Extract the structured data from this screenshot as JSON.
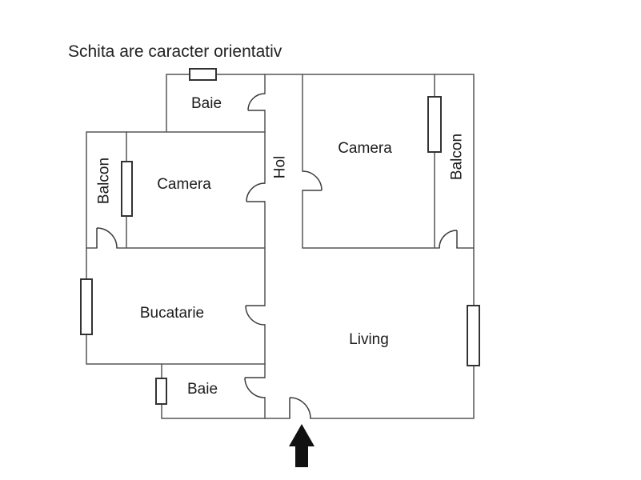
{
  "title": "Schita are caracter orientativ",
  "rooms": {
    "baie_top": {
      "label": "Baie"
    },
    "balcon_left": {
      "label": "Balcon"
    },
    "camera_left": {
      "label": "Camera"
    },
    "hol": {
      "label": "Hol"
    },
    "camera_right": {
      "label": "Camera"
    },
    "balcon_right": {
      "label": "Balcon"
    },
    "bucatarie": {
      "label": "Bucatarie"
    },
    "living": {
      "label": "Living"
    },
    "baie_bottom": {
      "label": "Baie"
    }
  },
  "icons": {
    "entrance_arrow": "up-arrow"
  },
  "colors": {
    "wall": "#565656",
    "door": "#3d3d3d",
    "window": "#333333",
    "text": "#1c1c1c",
    "arrow": "#111111",
    "background": "#ffffff"
  }
}
